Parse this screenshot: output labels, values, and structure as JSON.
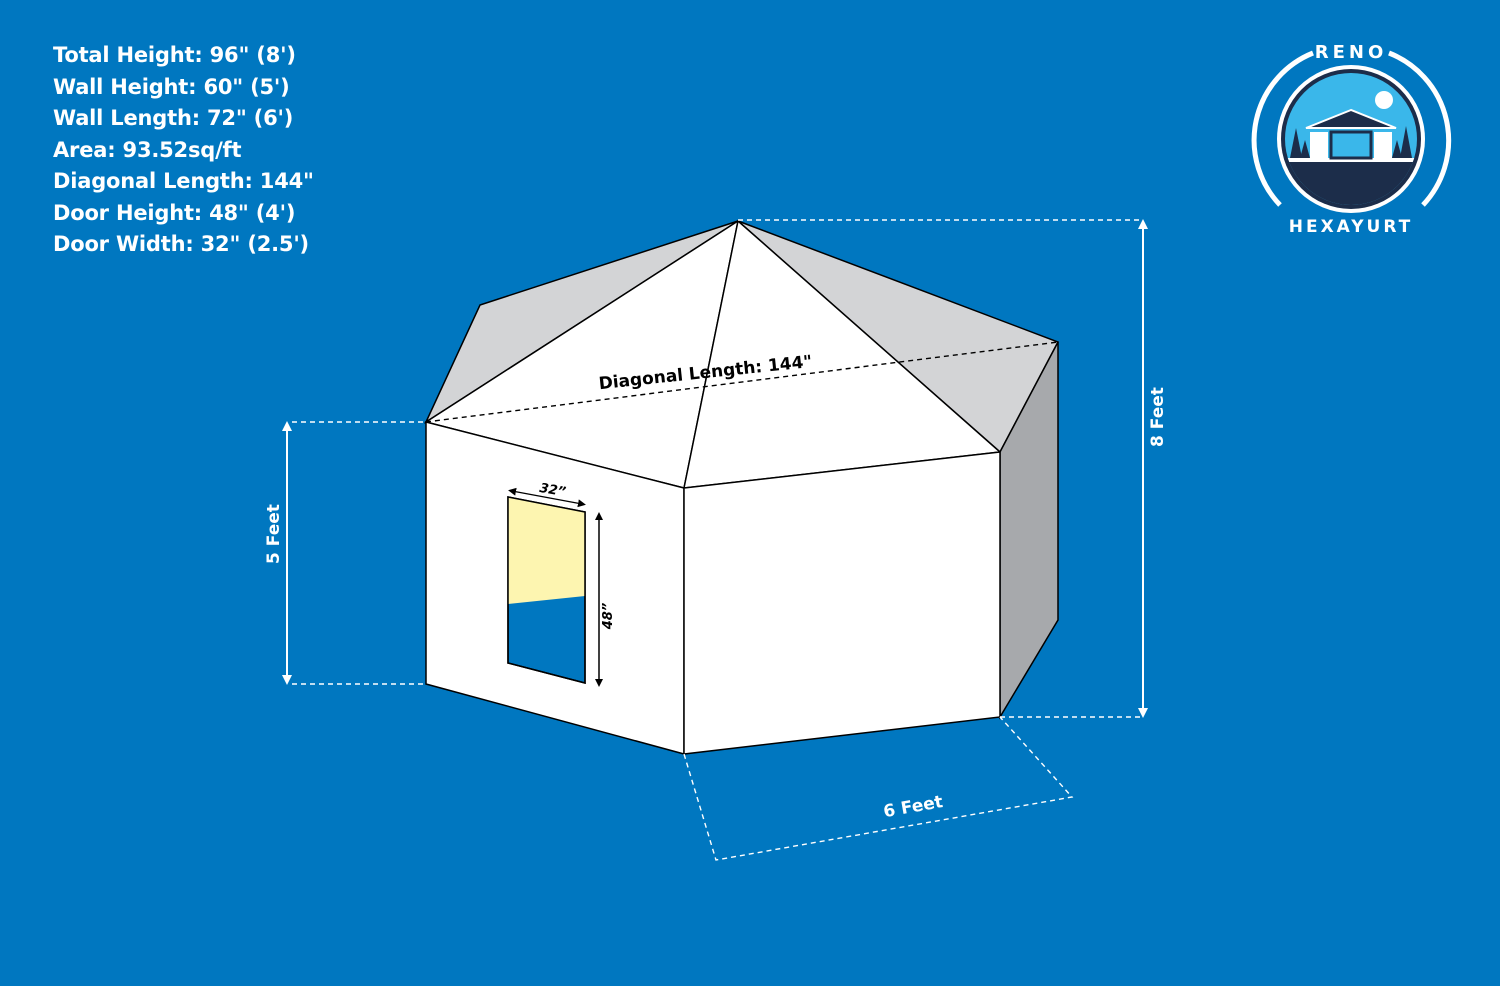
{
  "specs": [
    {
      "text": "Total Height: 96\" (8')"
    },
    {
      "text": "Wall Height: 60\" (5')"
    },
    {
      "text": "Wall Length: 72\" (6')"
    },
    {
      "text": "Area: 93.52sq/ft"
    },
    {
      "text": "Diagonal Length: 144\""
    },
    {
      "text": "Door Height: 48\" (4')"
    },
    {
      "text": "Door Width: 32\" (2.5')"
    }
  ],
  "diagram": {
    "diagonal_label": "Diagonal Length: 144\"",
    "door_width_label": "32”",
    "door_height_label": "48”",
    "wall_height_label": "5 Feet",
    "total_height_label": "8 Feet",
    "wall_length_label": "6 Feet"
  },
  "logo": {
    "top_text": "RENO",
    "bottom_text": "HEXAYURT"
  },
  "colors": {
    "background": "#0077c0",
    "roof_front": "#ffffff",
    "roof_side": "#d3d4d6",
    "wall_front": "#ffffff",
    "wall_side": "#a7a9ac",
    "door_upper": "#fdf5b0",
    "logo_sky": "#3ab7ea",
    "logo_ring": "#1c2d4a"
  }
}
